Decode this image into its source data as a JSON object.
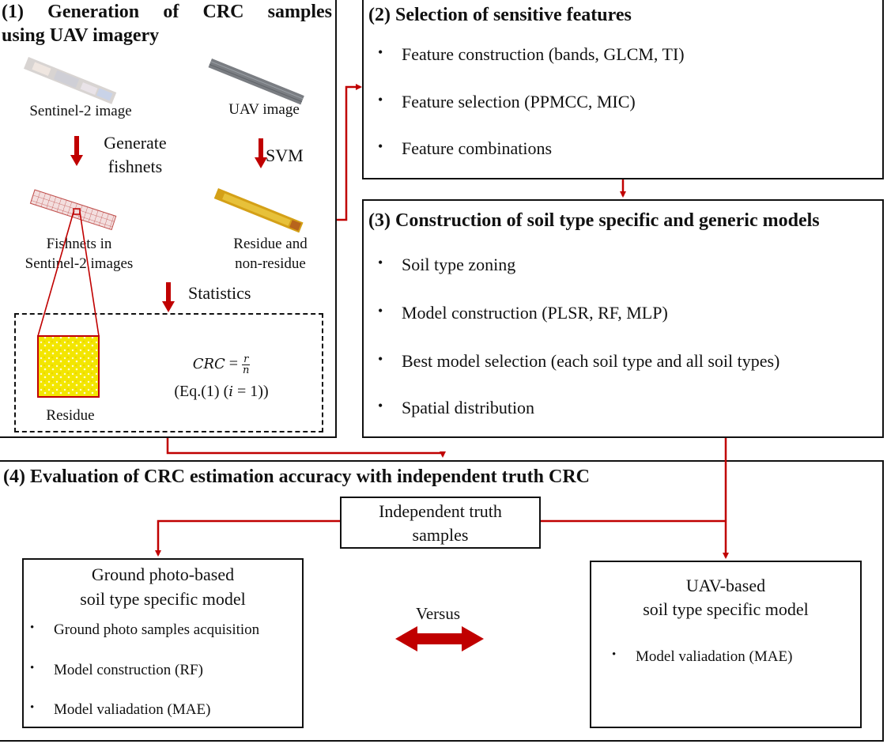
{
  "section1": {
    "title_line1": "(1)  Generation  of  CRC  samples",
    "title_line2": "using UAV imagery",
    "sentinel_label": "Sentinel-2 image",
    "uav_label": "UAV image",
    "generate_label_1": "Generate",
    "generate_label_2": "fishnets",
    "svm_label": "SVM",
    "fishnet_label_1": "Fishnets in",
    "fishnet_label_2": "Sentinel-2 images",
    "residue_label_1": "Residue and",
    "residue_label_2": "non-residue",
    "statistics_label": "Statistics",
    "residue_tile_label": "Residue",
    "equation_lhs": "CRC",
    "equation_eq": "=",
    "equation_num": "r",
    "equation_den": "n",
    "equation_ref_pre": "(Eq.(1) (",
    "equation_ref_var": "i",
    "equation_ref_post": " = 1))"
  },
  "section2": {
    "title": "(2) Selection of sensitive features",
    "items": [
      "Feature construction (bands, GLCM, TI)",
      "Feature selection (PPMCC, MIC)",
      "Feature combinations"
    ]
  },
  "section3": {
    "title": "(3) Construction of soil type specific and generic models",
    "items": [
      "Soil type zoning",
      "Model construction (PLSR, RF, MLP)",
      "Best model selection (each soil type and all soil types)",
      "Spatial distribution"
    ]
  },
  "section4": {
    "title": "(4) Evaluation of CRC estimation accuracy with independent truth CRC",
    "truth_line1": "Independent truth",
    "truth_line2": "samples",
    "ground_title_line1": "Ground photo-based",
    "ground_title_line2": "soil type specific model",
    "ground_items": [
      "Ground photo samples acquisition",
      "Model construction (RF)",
      "Model valiadation (MAE)"
    ],
    "versus_label": "Versus",
    "uav_title_line1": "UAV-based",
    "uav_title_line2": "soil type specific model",
    "uav_items": [
      "Model valiadation (MAE)"
    ]
  },
  "colors": {
    "arrow_red": "#c00000",
    "residue_yellow": "#f3e600",
    "uav_strip_gold": "#d4a017",
    "fishnet_red": "#c0504d"
  }
}
